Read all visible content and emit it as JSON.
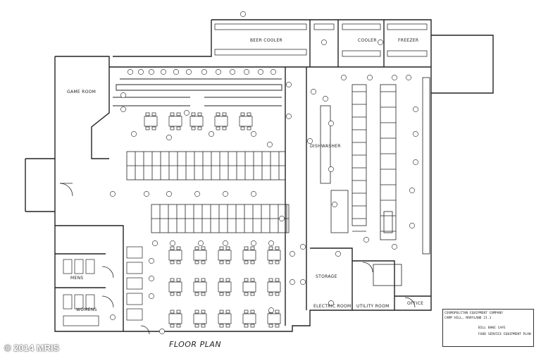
{
  "labels": {
    "game_room": "GAME ROOM",
    "beer_cooler": "BEER COOLER",
    "cooler": "COOLER",
    "freezer": "FREEZER",
    "mens": "MENS",
    "womens": "WOMENS",
    "electric_room": "ELECTRIC ROOM",
    "utility_room": "UTILITY ROOM",
    "office": "OFFICE",
    "dishwasher": "DISHWASHER",
    "storage": "STORAGE"
  },
  "title_block": {
    "line1": "COSMOPOLITAN EQUIPMENT COMPANY",
    "line2": "CAMP HILL, MARYLAND 21.1",
    "line3": "BILL BAKE CAFE",
    "line4": "FOOD SERVICE EQUIPMENT PLAN"
  },
  "floor_plan_title": "FLOOR PLAN",
  "watermark": "© 2014 MRIS"
}
